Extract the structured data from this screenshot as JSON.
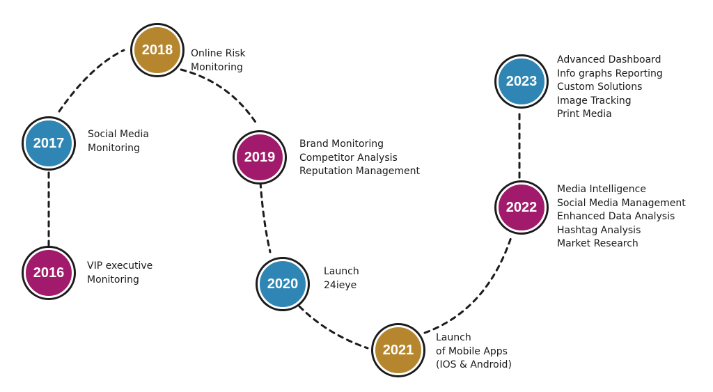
{
  "colors": {
    "gold": "#b5862e",
    "blue": "#2f86b5",
    "magenta": "#a21a6b",
    "ring": "#1b1b1b",
    "connector": "#1b1b1b"
  },
  "milestones": [
    {
      "year": "2016",
      "color": "#a21a6b",
      "lines": [
        "VIP executive",
        "Monitoring"
      ]
    },
    {
      "year": "2017",
      "color": "#2f86b5",
      "lines": [
        "Social Media",
        "Monitoring"
      ]
    },
    {
      "year": "2018",
      "color": "#b5862e",
      "lines": [
        "Online Risk",
        "Monitoring"
      ]
    },
    {
      "year": "2019",
      "color": "#a21a6b",
      "lines": [
        "Brand Monitoring",
        "Competitor Analysis",
        "Reputation Management"
      ]
    },
    {
      "year": "2020",
      "color": "#2f86b5",
      "lines": [
        "Launch",
        "24ieye"
      ]
    },
    {
      "year": "2021",
      "color": "#b5862e",
      "lines": [
        "Launch",
        "of Mobile Apps",
        "(IOS & Android)"
      ]
    },
    {
      "year": "2022",
      "color": "#a21a6b",
      "lines": [
        "Media Intelligence",
        "Social Media Management",
        "Enhanced Data Analysis",
        "Hashtag Analysis",
        "Market Research"
      ]
    },
    {
      "year": "2023",
      "color": "#2f86b5",
      "lines": [
        "Advanced Dashboard",
        "Info graphs Reporting",
        "Custom Solutions",
        "Image Tracking",
        "Print Media"
      ]
    }
  ]
}
